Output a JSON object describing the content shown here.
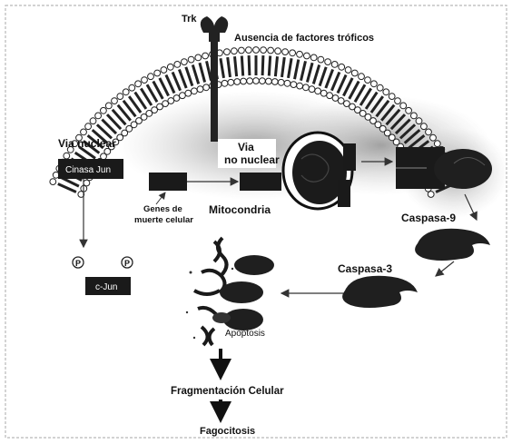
{
  "diagram": {
    "labels": {
      "trk": "Trk",
      "ausencia": "Ausencia de factores tróficos",
      "via_nuclear": "Via nuclear",
      "via_no_nuclear_1": "Via",
      "via_no_nuclear_2": "no nuclear",
      "cinasa_jun": "Cinasa Jun",
      "genes_1": "Genes de",
      "genes_2": "muerte celular",
      "p_left": "P",
      "p_right": "P",
      "c_jun": "c-Jun",
      "mitocondria": "Mitocondria",
      "caspasa9": "Caspasa-9",
      "caspasa3": "Caspasa-3",
      "apoptosis": "Apoptosis",
      "fragmentacion": "Fragmentación Celular",
      "fagocitosis": "Fagocitosis"
    },
    "colors": {
      "membrane": "#222222",
      "box": "#1a1a1a",
      "caspase": "#1f1f1f",
      "arrow": "#333333",
      "stipple": "#9a9a9a"
    }
  }
}
